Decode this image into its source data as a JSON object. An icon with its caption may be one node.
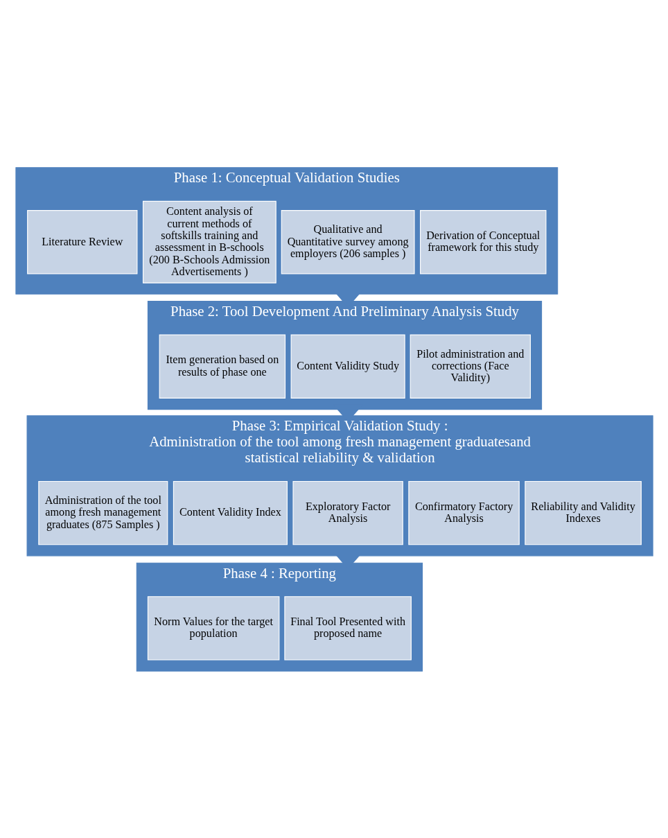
{
  "diagram": {
    "nodes": [
      {
        "text": [
          "Phase 1: Conceptual Validation Studies"
        ]
      },
      {
        "text": [
          "Literature Review"
        ],
        "in": 0
      },
      {
        "text": [
          "Content analysis of current methods of softskills training and assessment in B-schools (200 B-Schools Admission Advertisements )"
        ],
        "in": 0
      },
      {
        "text": [
          "Qualitative and Quantitative survey among employers (206 samples )"
        ],
        "in": 0
      },
      {
        "text": [
          "Derivation of Conceptual framework for this study"
        ],
        "in": 0
      },
      {
        "text": [
          "Phase 2: Tool Development And Preliminary Analysis Study"
        ]
      },
      {
        "text": [
          "Item generation based on results of phase one"
        ],
        "in": 5
      },
      {
        "text": [
          "Content Validity Study"
        ],
        "in": 5
      },
      {
        "text": [
          "Pilot administration and corrections (Face Validity)"
        ],
        "in": 5
      },
      {
        "text": [
          "Phase 3: Empirical Validation Study :",
          "Administration of the tool among fresh management graduatesand statistical reliability & validation"
        ]
      },
      {
        "text": [
          "Administration of the tool among fresh management graduates (875 Samples )"
        ],
        "in": 9
      },
      {
        "text": [
          "Content Validity Index"
        ],
        "in": 9
      },
      {
        "text": [
          "Exploratory Factor Analysis"
        ],
        "in": 9
      },
      {
        "text": [
          "Confirmatory Factory Analysis"
        ],
        "in": 9
      },
      {
        "text": [
          "Reliability and Validity Indexes"
        ],
        "in": 9
      },
      {
        "text": [
          "Phase 4 : Reporting"
        ]
      },
      {
        "text": [
          "Norm Values for the target population"
        ],
        "in": 15
      },
      {
        "text": [
          "Final Tool Presented with proposed name"
        ],
        "in": 15
      }
    ],
    "edges": [
      {
        "from": 0,
        "to": 5,
        "arrow": "to",
        "style": "thick"
      },
      {
        "from": 5,
        "to": 9,
        "arrow": "to",
        "style": "thick"
      },
      {
        "from": 9,
        "to": 15,
        "arrow": "to",
        "style": "thick"
      }
    ]
  }
}
